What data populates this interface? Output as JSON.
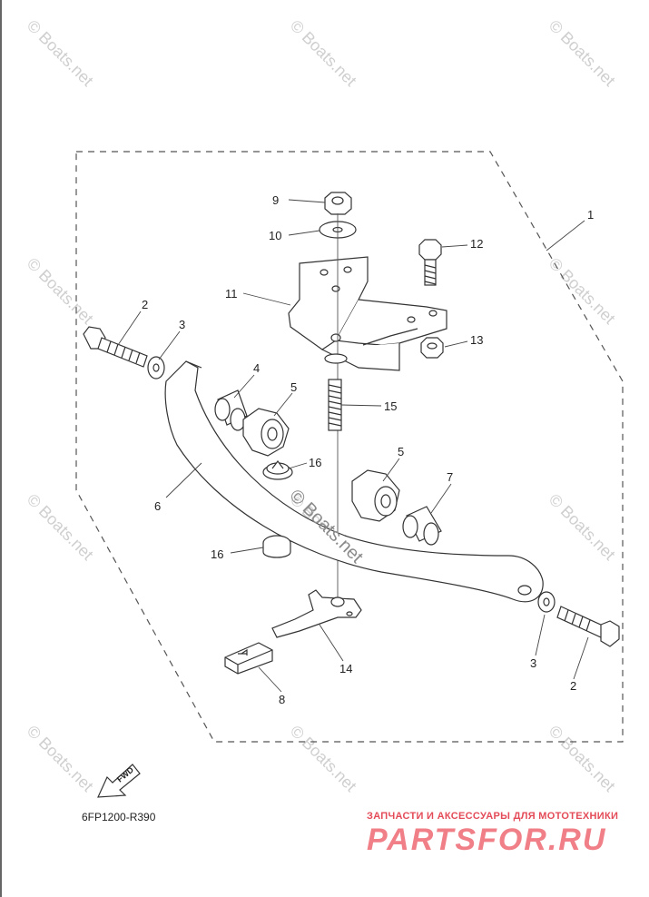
{
  "watermark_text": "© Boats.net",
  "diagram_code": "6FP1200-R390",
  "fwd_label": "FWD",
  "brand": {
    "tagline": "ЗАПЧАСТИ И АКСЕССУАРЫ ДЛЯ МОТОТЕХНИКИ",
    "logo": "PARTSFOR.RU"
  },
  "callouts": {
    "c1": "1",
    "c2a": "2",
    "c2b": "2",
    "c3a": "3",
    "c3b": "3",
    "c4": "4",
    "c5a": "5",
    "c5b": "5",
    "c6": "6",
    "c7": "7",
    "c8": "8",
    "c9": "9",
    "c10": "10",
    "c11": "11",
    "c12": "12",
    "c13": "13",
    "c14": "14",
    "c15": "15",
    "c16a": "16",
    "c16b": "16"
  },
  "colors": {
    "line": "#333333",
    "watermark": "#cfcfcf",
    "brand": "#e44b58"
  }
}
